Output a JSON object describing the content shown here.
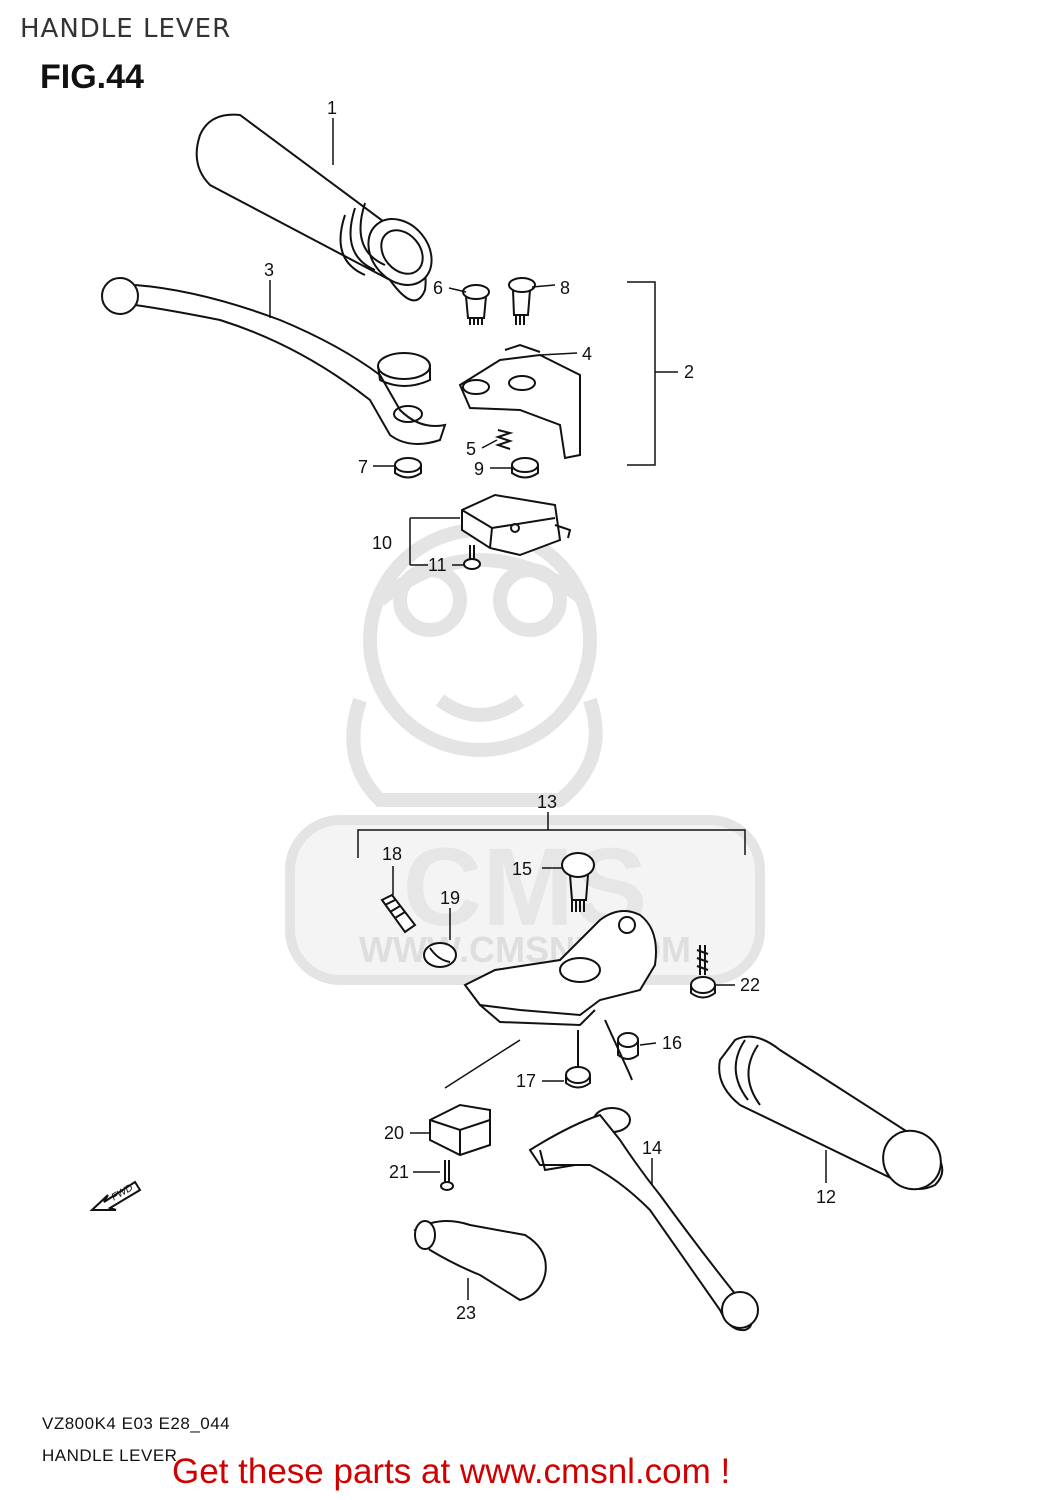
{
  "header": {
    "title": "HANDLE LEVER"
  },
  "figure": {
    "number_label": "FIG.44"
  },
  "watermark": {
    "brand": "CMS",
    "url": "WWW.CMSNL.COM"
  },
  "direction_marker": {
    "label": "FWD"
  },
  "callouts": [
    {
      "id": "1",
      "label": "1"
    },
    {
      "id": "2",
      "label": "2"
    },
    {
      "id": "3",
      "label": "3"
    },
    {
      "id": "4",
      "label": "4"
    },
    {
      "id": "5",
      "label": "5"
    },
    {
      "id": "6",
      "label": "6"
    },
    {
      "id": "7",
      "label": "7"
    },
    {
      "id": "8",
      "label": "8"
    },
    {
      "id": "9",
      "label": "9"
    },
    {
      "id": "10",
      "label": "10"
    },
    {
      "id": "11",
      "label": "11"
    },
    {
      "id": "12",
      "label": "12"
    },
    {
      "id": "13",
      "label": "13"
    },
    {
      "id": "14",
      "label": "14"
    },
    {
      "id": "15",
      "label": "15"
    },
    {
      "id": "16",
      "label": "16"
    },
    {
      "id": "17",
      "label": "17"
    },
    {
      "id": "18",
      "label": "18"
    },
    {
      "id": "19",
      "label": "19"
    },
    {
      "id": "20",
      "label": "20"
    },
    {
      "id": "21",
      "label": "21"
    },
    {
      "id": "22",
      "label": "22"
    },
    {
      "id": "23",
      "label": "23"
    }
  ],
  "footer": {
    "model_code": "VZ800K4 E03 E28_044",
    "section_name": "HANDLE LEVER",
    "call_to_action": "Get these parts at www.cmsnl.com !"
  },
  "colors": {
    "line": "#111111",
    "watermark": "#cfcfcf",
    "cta": "#d10000"
  }
}
